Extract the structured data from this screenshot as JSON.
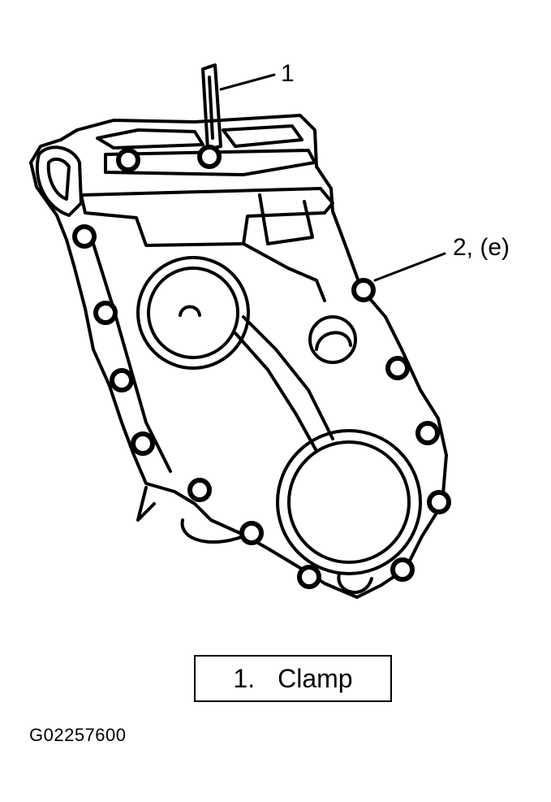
{
  "callouts": {
    "clamp": "1",
    "bolt": "2, (e)"
  },
  "legend": {
    "number": "1.",
    "text": "Clamp"
  },
  "figure_id": "G02257600"
}
